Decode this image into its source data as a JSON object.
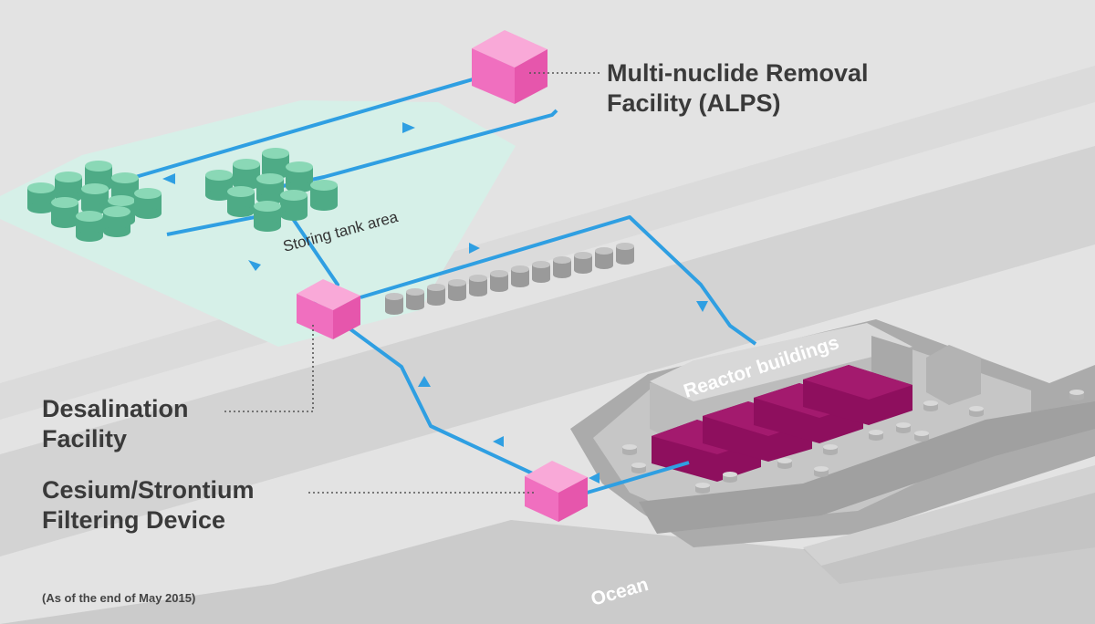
{
  "labels": {
    "alps_line1": "Multi-nuclide Removal",
    "alps_line2": "Facility (ALPS)",
    "desal_line1": "Desalination",
    "desal_line2": "Facility",
    "cesium_line1": "Cesium/Strontium",
    "cesium_line2": "Filtering Device",
    "storing_tank_area": "Storing tank area",
    "reactor_buildings": "Reactor buildings",
    "ocean": "Ocean",
    "footnote": "(As of the end of May 2015)"
  },
  "colors": {
    "background": "#e3e3e3",
    "road": "#d3d3d3",
    "tank_area": "#d6f0e8",
    "tank": "#5fbf98",
    "pipe": "#2f9fe2",
    "facility_box": "#f06fbf",
    "reactor_core": "#a0156e",
    "building": "#cfcfcf",
    "ocean": "#cbcbcb"
  }
}
